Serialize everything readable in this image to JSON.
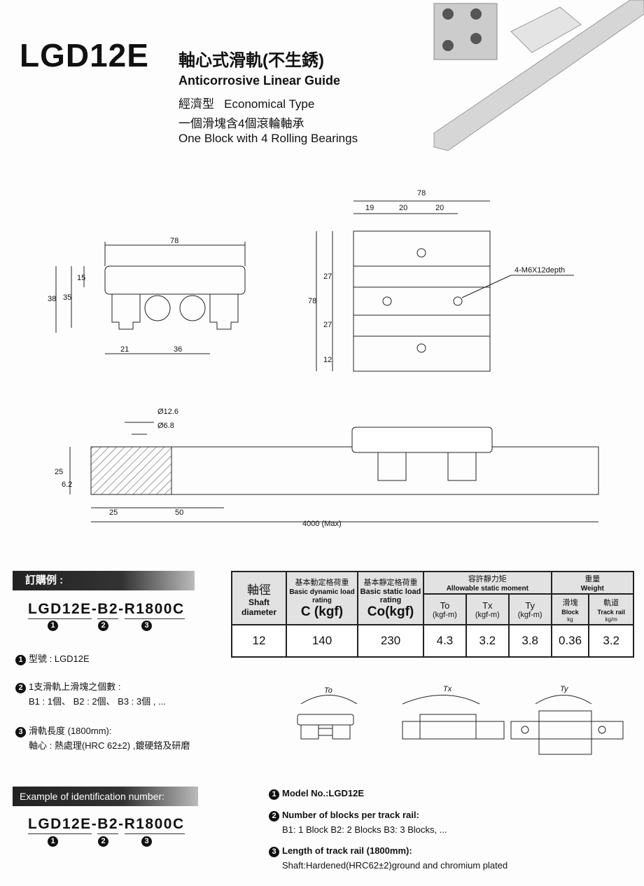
{
  "header": {
    "model": "LGD12E",
    "zh_title": "軸心式滑軌(不生銹)",
    "en_title": "Anticorrosive Linear Guide",
    "type_zh": "經濟型",
    "type_en": "Economical Type",
    "desc_zh": "一個滑塊含4個滾輪軸承",
    "desc_en": "One Block with 4 Rolling Bearings"
  },
  "front_view": {
    "width": "78",
    "h_total": "38",
    "h_35": "35",
    "h_15": "15",
    "d21": "21",
    "d36": "36"
  },
  "top_view": {
    "width": "78",
    "d19": "19",
    "d20a": "20",
    "d20b": "20",
    "height": "78",
    "d27a": "27",
    "d27b": "27",
    "d12": "12",
    "hole_note": "4-M6X12depth"
  },
  "side_view": {
    "dia1": "Ø12.6",
    "dia2": "Ø6.8",
    "h25": "25",
    "h62": "6.2",
    "d25": "25",
    "d50": "50",
    "length": "4000 (Max)"
  },
  "order_zh": {
    "heading": "訂購例 :",
    "code": [
      "LGD12E",
      "-",
      "B2",
      "-",
      "R1800C"
    ],
    "nums": [
      "1",
      "2",
      "3"
    ],
    "items": [
      {
        "n": "1",
        "text": "型號 : LGD12E"
      },
      {
        "n": "2",
        "text": "1支滑軌上滑塊之個數 :",
        "sub": "B1 : 1個、 B2 : 2個、 B3 : 3個 , ..."
      },
      {
        "n": "3",
        "text": "滑軌長度 (1800mm):",
        "sub": "軸心 : 熱處理(HRC 62±2) ,鍍硬鉻及研磨"
      }
    ]
  },
  "order_en": {
    "heading": "Example of identification number:",
    "code": [
      "LGD12E",
      "-",
      "B2",
      "-",
      "R1800C"
    ],
    "nums": [
      "1",
      "2",
      "3"
    ],
    "items": [
      {
        "n": "1",
        "text": "Model No.:LGD12E"
      },
      {
        "n": "2",
        "text": "Number of blocks per track rail:",
        "sub": "B1: 1 Block  B2: 2 Blocks  B3: 3 Blocks, ..."
      },
      {
        "n": "3",
        "text": "Length of track rail (1800mm):",
        "sub": "Shaft:Hardened(HRC62±2)ground and chromium plated"
      }
    ]
  },
  "table": {
    "h_shaft_zh": "軸徑",
    "h_shaft": "Shaft diameter",
    "h_c_zh": "基本動定格荷重",
    "h_c": "Basic dynamic load rating",
    "h_c_unit": "C (kgf)",
    "h_co_zh": "基本靜定格荷重",
    "h_co": "Basic static load rating",
    "h_co_unit": "Co(kgf)",
    "h_mom_zh": "容許靜力矩",
    "h_mom": "Allowable static moment",
    "h_to": "To",
    "h_tx": "Tx",
    "h_ty": "Ty",
    "mom_unit": "(kgf-m)",
    "h_w_zh": "重量",
    "h_w": "Weight",
    "h_block_zh": "滑塊",
    "h_block": "Block",
    "h_block_unit": "kg",
    "h_rail_zh": "軌道",
    "h_rail": "Track rail",
    "h_rail_unit": "kg/m",
    "row": {
      "shaft": "12",
      "c": "140",
      "co": "230",
      "to": "4.3",
      "tx": "3.2",
      "ty": "3.8",
      "block": "0.36",
      "rail": "3.2"
    }
  },
  "moments": {
    "to": "To",
    "tx": "Tx",
    "ty": "Ty"
  }
}
